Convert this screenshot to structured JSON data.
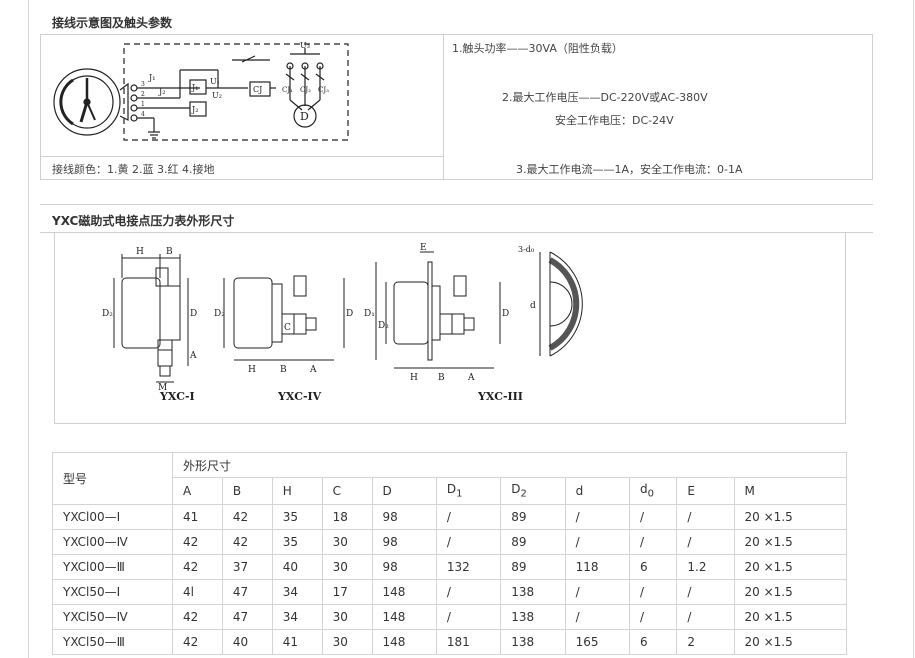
{
  "section1": {
    "title": "接线示意图及触头参数",
    "wiring_color_note": "接线颜色：1.黄 2.蓝 3.红 4.接地",
    "params": {
      "contact_power": "1.触头功率——30VA（阻性负载）",
      "max_voltage": "2.最大工作电压——DC-220V或AC-380V",
      "safe_voltage": "安全工作电压：DC-24V",
      "max_current": "3.最大工作电流——1A，安全工作电流：0-1A"
    },
    "diagram_labels": {
      "j1a": "J₁",
      "j2a": "J₂",
      "j1b": "J₁",
      "j2b": "J₂",
      "u1": "U₁",
      "u2": "U₂",
      "cj": "CJ",
      "u3": "U₃",
      "cj1": "CJ₁",
      "cj2": "CJ₂",
      "cj3": "CJ₃",
      "motor": "D",
      "n3": "3",
      "n2": "2",
      "n1": "1",
      "n4": "4"
    }
  },
  "section2": {
    "title": "YXC磁助式电接点压力表外形尺寸",
    "figures": {
      "fig1_label": "YXC-I",
      "fig2_label": "YXC-IV",
      "fig3_label": "YXC-III",
      "dims": {
        "H": "H",
        "B": "B",
        "D": "D",
        "D1": "D₁",
        "D2": "D₂",
        "A": "A",
        "C": "C",
        "M": "M",
        "E": "E",
        "d": "d",
        "d0": "3-d₀"
      }
    }
  },
  "table": {
    "model_header": "型号",
    "group_header": "外形尺寸",
    "columns": [
      "A",
      "B",
      "H",
      "C",
      "D",
      "D1",
      "D2",
      "d",
      "d0",
      "E",
      "M"
    ],
    "rows": [
      [
        "YXCl00—Ⅰ",
        "41",
        "42",
        "35",
        "18",
        "98",
        "/",
        "89",
        "/",
        "/",
        "/",
        "20 ×1.5"
      ],
      [
        "YXCl00—Ⅳ",
        "42",
        "42",
        "35",
        "30",
        "98",
        "/",
        "89",
        "/",
        "/",
        "/",
        "20 ×1.5"
      ],
      [
        "YXCl00—Ⅲ",
        "42",
        "37",
        "40",
        "30",
        "98",
        "132",
        "89",
        "118",
        "6",
        "1.2",
        "20 ×1.5"
      ],
      [
        "YXCl50—Ⅰ",
        "4l",
        "47",
        "34",
        "17",
        "148",
        "/",
        "138",
        "/",
        "/",
        "/",
        "20 ×1.5"
      ],
      [
        "YXCl50—Ⅳ",
        "42",
        "47",
        "34",
        "30",
        "148",
        "/",
        "138",
        "/",
        "/",
        "/",
        "20 ×1.5"
      ],
      [
        "YXCl50—Ⅲ",
        "42",
        "40",
        "41",
        "30",
        "148",
        "181",
        "138",
        "165",
        "6",
        "2",
        "20 ×1.5"
      ]
    ]
  }
}
